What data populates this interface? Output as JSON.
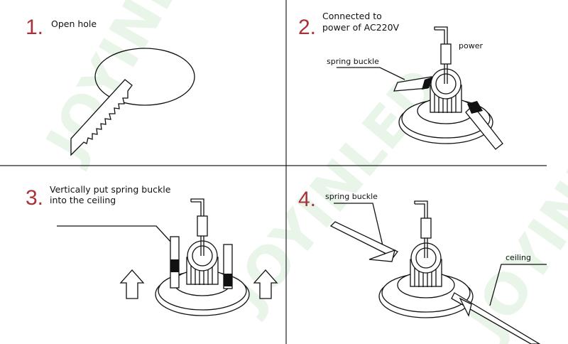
{
  "watermark": "JOYINLED",
  "steps": [
    {
      "number": "1.",
      "caption": [
        "Open hole"
      ]
    },
    {
      "number": "2.",
      "caption": [
        "Connected to",
        "power of AC220V"
      ],
      "labels": {
        "power": "power",
        "spring_buckle": "spring buckle"
      }
    },
    {
      "number": "3.",
      "caption": [
        "Vertically put spring buckle",
        "into the ceiling"
      ]
    },
    {
      "number": "4.",
      "caption": [],
      "labels": {
        "spring_buckle": "spring buckle",
        "ceiling": "ceiling"
      }
    }
  ],
  "colors": {
    "step_number": "#a8323a",
    "watermark": "#e3f2e3",
    "line": "#111111"
  }
}
